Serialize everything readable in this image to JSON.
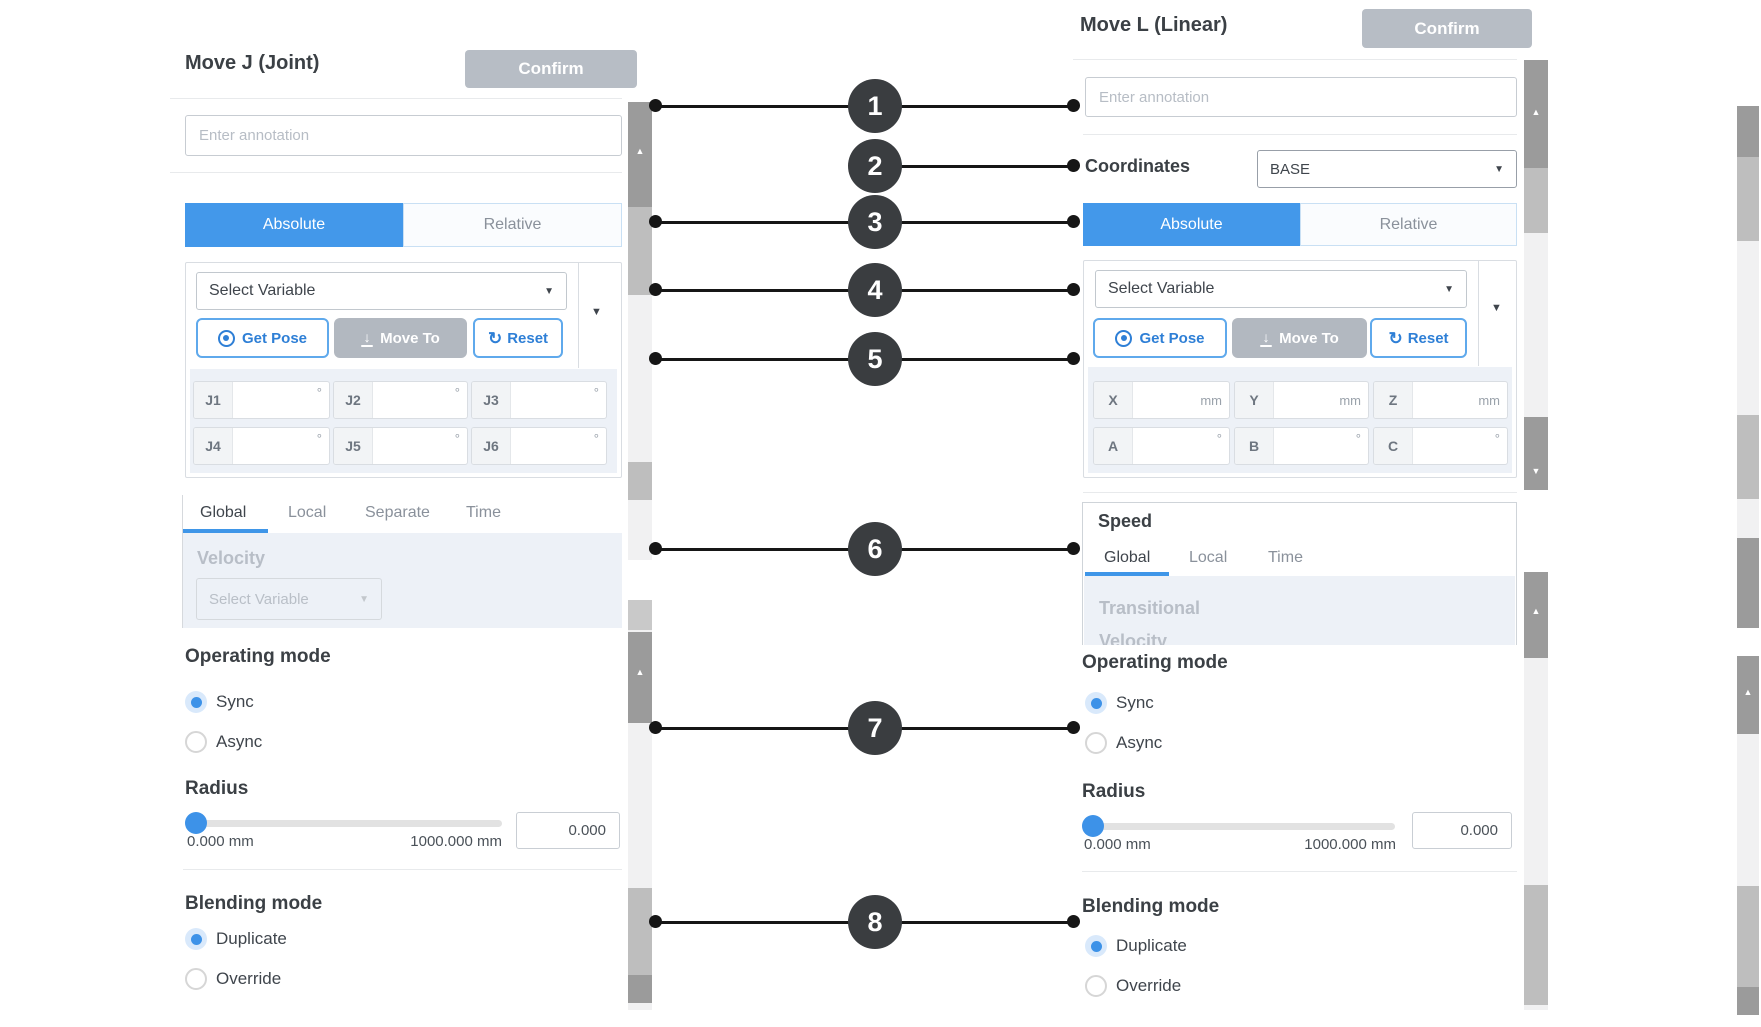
{
  "icons": {
    "dropdown_arrow": "▼",
    "scroll_up": "▲",
    "scroll_down": "▼",
    "reset_icon": "↻",
    "move_to_arrow": "↓"
  },
  "colors": {
    "accent_blue": "#4398EA",
    "confirm_gray": "#B7BDC5",
    "callout_dark": "#3A3D40",
    "radio_blue": "#3D92E8",
    "light_blue_bg": "#EDF1F7"
  },
  "callouts": [
    {
      "num": "1"
    },
    {
      "num": "2"
    },
    {
      "num": "3"
    },
    {
      "num": "4"
    },
    {
      "num": "5"
    },
    {
      "num": "6"
    },
    {
      "num": "7"
    },
    {
      "num": "8"
    }
  ],
  "left_panel": {
    "title": "Move J (Joint)",
    "confirm_label": "Confirm",
    "annotation_placeholder": "Enter annotation",
    "mode_tabs": {
      "absolute": "Absolute",
      "relative": "Relative"
    },
    "variable": {
      "select_placeholder": "Select Variable",
      "get_pose": "Get Pose",
      "move_to": "Move To",
      "reset": "Reset"
    },
    "joints": [
      {
        "label": "J1",
        "unit": "°"
      },
      {
        "label": "J2",
        "unit": "°"
      },
      {
        "label": "J3",
        "unit": "°"
      },
      {
        "label": "J4",
        "unit": "°"
      },
      {
        "label": "J5",
        "unit": "°"
      },
      {
        "label": "J6",
        "unit": "°"
      }
    ],
    "speed_tabs": [
      {
        "label": "Global"
      },
      {
        "label": "Local"
      },
      {
        "label": "Separate"
      },
      {
        "label": "Time"
      }
    ],
    "active_speed_tab": "Global",
    "velocity": {
      "label": "Velocity",
      "select_placeholder": "Select Variable"
    },
    "operating_mode": {
      "heading": "Operating mode",
      "options": [
        {
          "label": "Sync",
          "selected": true
        },
        {
          "label": "Async",
          "selected": false
        }
      ]
    },
    "radius": {
      "heading": "Radius",
      "min_label": "0.000 mm",
      "max_label": "1000.000 mm",
      "value": "0.000"
    },
    "blending_mode": {
      "heading": "Blending mode",
      "options": [
        {
          "label": "Duplicate",
          "selected": true
        },
        {
          "label": "Override",
          "selected": false
        }
      ]
    }
  },
  "right_panel": {
    "title": "Move L (Linear)",
    "confirm_label": "Confirm",
    "annotation_placeholder": "Enter annotation",
    "coordinates": {
      "label": "Coordinates",
      "value": "BASE"
    },
    "mode_tabs": {
      "absolute": "Absolute",
      "relative": "Relative"
    },
    "variable": {
      "select_placeholder": "Select Variable",
      "get_pose": "Get Pose",
      "move_to": "Move To",
      "reset": "Reset"
    },
    "pose_fields": [
      {
        "label": "X",
        "unit": "mm"
      },
      {
        "label": "Y",
        "unit": "mm"
      },
      {
        "label": "Z",
        "unit": "mm"
      },
      {
        "label": "A",
        "unit": "°"
      },
      {
        "label": "B",
        "unit": "°"
      },
      {
        "label": "C",
        "unit": "°"
      }
    ],
    "speed": {
      "heading": "Speed",
      "tabs": [
        {
          "label": "Global"
        },
        {
          "label": "Local"
        },
        {
          "label": "Time"
        }
      ],
      "active_tab": "Global",
      "transitional_label": "Transitional",
      "clipped_label": "Velocity"
    },
    "operating_mode": {
      "heading": "Operating mode",
      "options": [
        {
          "label": "Sync",
          "selected": true
        },
        {
          "label": "Async",
          "selected": false
        }
      ]
    },
    "radius": {
      "heading": "Radius",
      "min_label": "0.000 mm",
      "max_label": "1000.000 mm",
      "value": "0.000"
    },
    "blending_mode": {
      "heading": "Blending mode",
      "options": [
        {
          "label": "Duplicate",
          "selected": true
        },
        {
          "label": "Override",
          "selected": false
        }
      ]
    }
  }
}
